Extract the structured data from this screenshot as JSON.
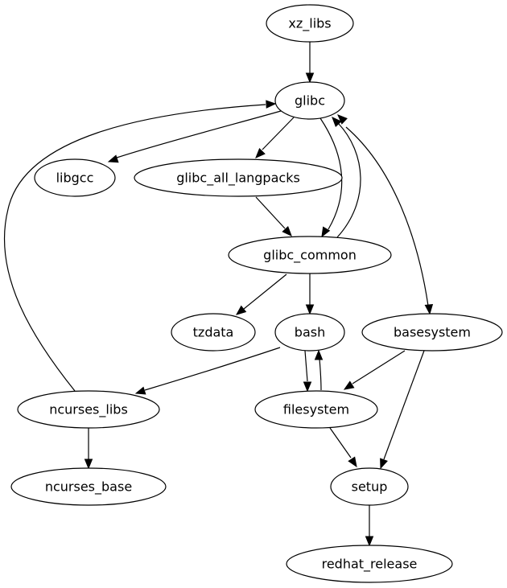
{
  "diagram": {
    "type": "directed-graph",
    "nodes": [
      {
        "id": "xz_libs",
        "label": "xz_libs"
      },
      {
        "id": "glibc",
        "label": "glibc"
      },
      {
        "id": "libgcc",
        "label": "libgcc"
      },
      {
        "id": "glibc_all_langpacks",
        "label": "glibc_all_langpacks"
      },
      {
        "id": "glibc_common",
        "label": "glibc_common"
      },
      {
        "id": "tzdata",
        "label": "tzdata"
      },
      {
        "id": "bash",
        "label": "bash"
      },
      {
        "id": "basesystem",
        "label": "basesystem"
      },
      {
        "id": "ncurses_libs",
        "label": "ncurses_libs"
      },
      {
        "id": "filesystem",
        "label": "filesystem"
      },
      {
        "id": "ncurses_base",
        "label": "ncurses_base"
      },
      {
        "id": "setup",
        "label": "setup"
      },
      {
        "id": "redhat_release",
        "label": "redhat_release"
      }
    ],
    "edges": [
      {
        "from": "xz_libs",
        "to": "glibc"
      },
      {
        "from": "glibc",
        "to": "libgcc"
      },
      {
        "from": "glibc",
        "to": "glibc_all_langpacks"
      },
      {
        "from": "glibc",
        "to": "glibc_common"
      },
      {
        "from": "glibc_common",
        "to": "glibc"
      },
      {
        "from": "glibc",
        "to": "basesystem",
        "bidirectional": true
      },
      {
        "from": "glibc_all_langpacks",
        "to": "glibc_common"
      },
      {
        "from": "glibc_common",
        "to": "tzdata"
      },
      {
        "from": "glibc_common",
        "to": "bash"
      },
      {
        "from": "ncurses_libs",
        "to": "glibc"
      },
      {
        "from": "bash",
        "to": "ncurses_libs"
      },
      {
        "from": "bash",
        "to": "filesystem"
      },
      {
        "from": "filesystem",
        "to": "bash"
      },
      {
        "from": "basesystem",
        "to": "filesystem"
      },
      {
        "from": "basesystem",
        "to": "setup"
      },
      {
        "from": "ncurses_libs",
        "to": "ncurses_base"
      },
      {
        "from": "filesystem",
        "to": "setup"
      },
      {
        "from": "setup",
        "to": "redhat_release"
      }
    ]
  }
}
